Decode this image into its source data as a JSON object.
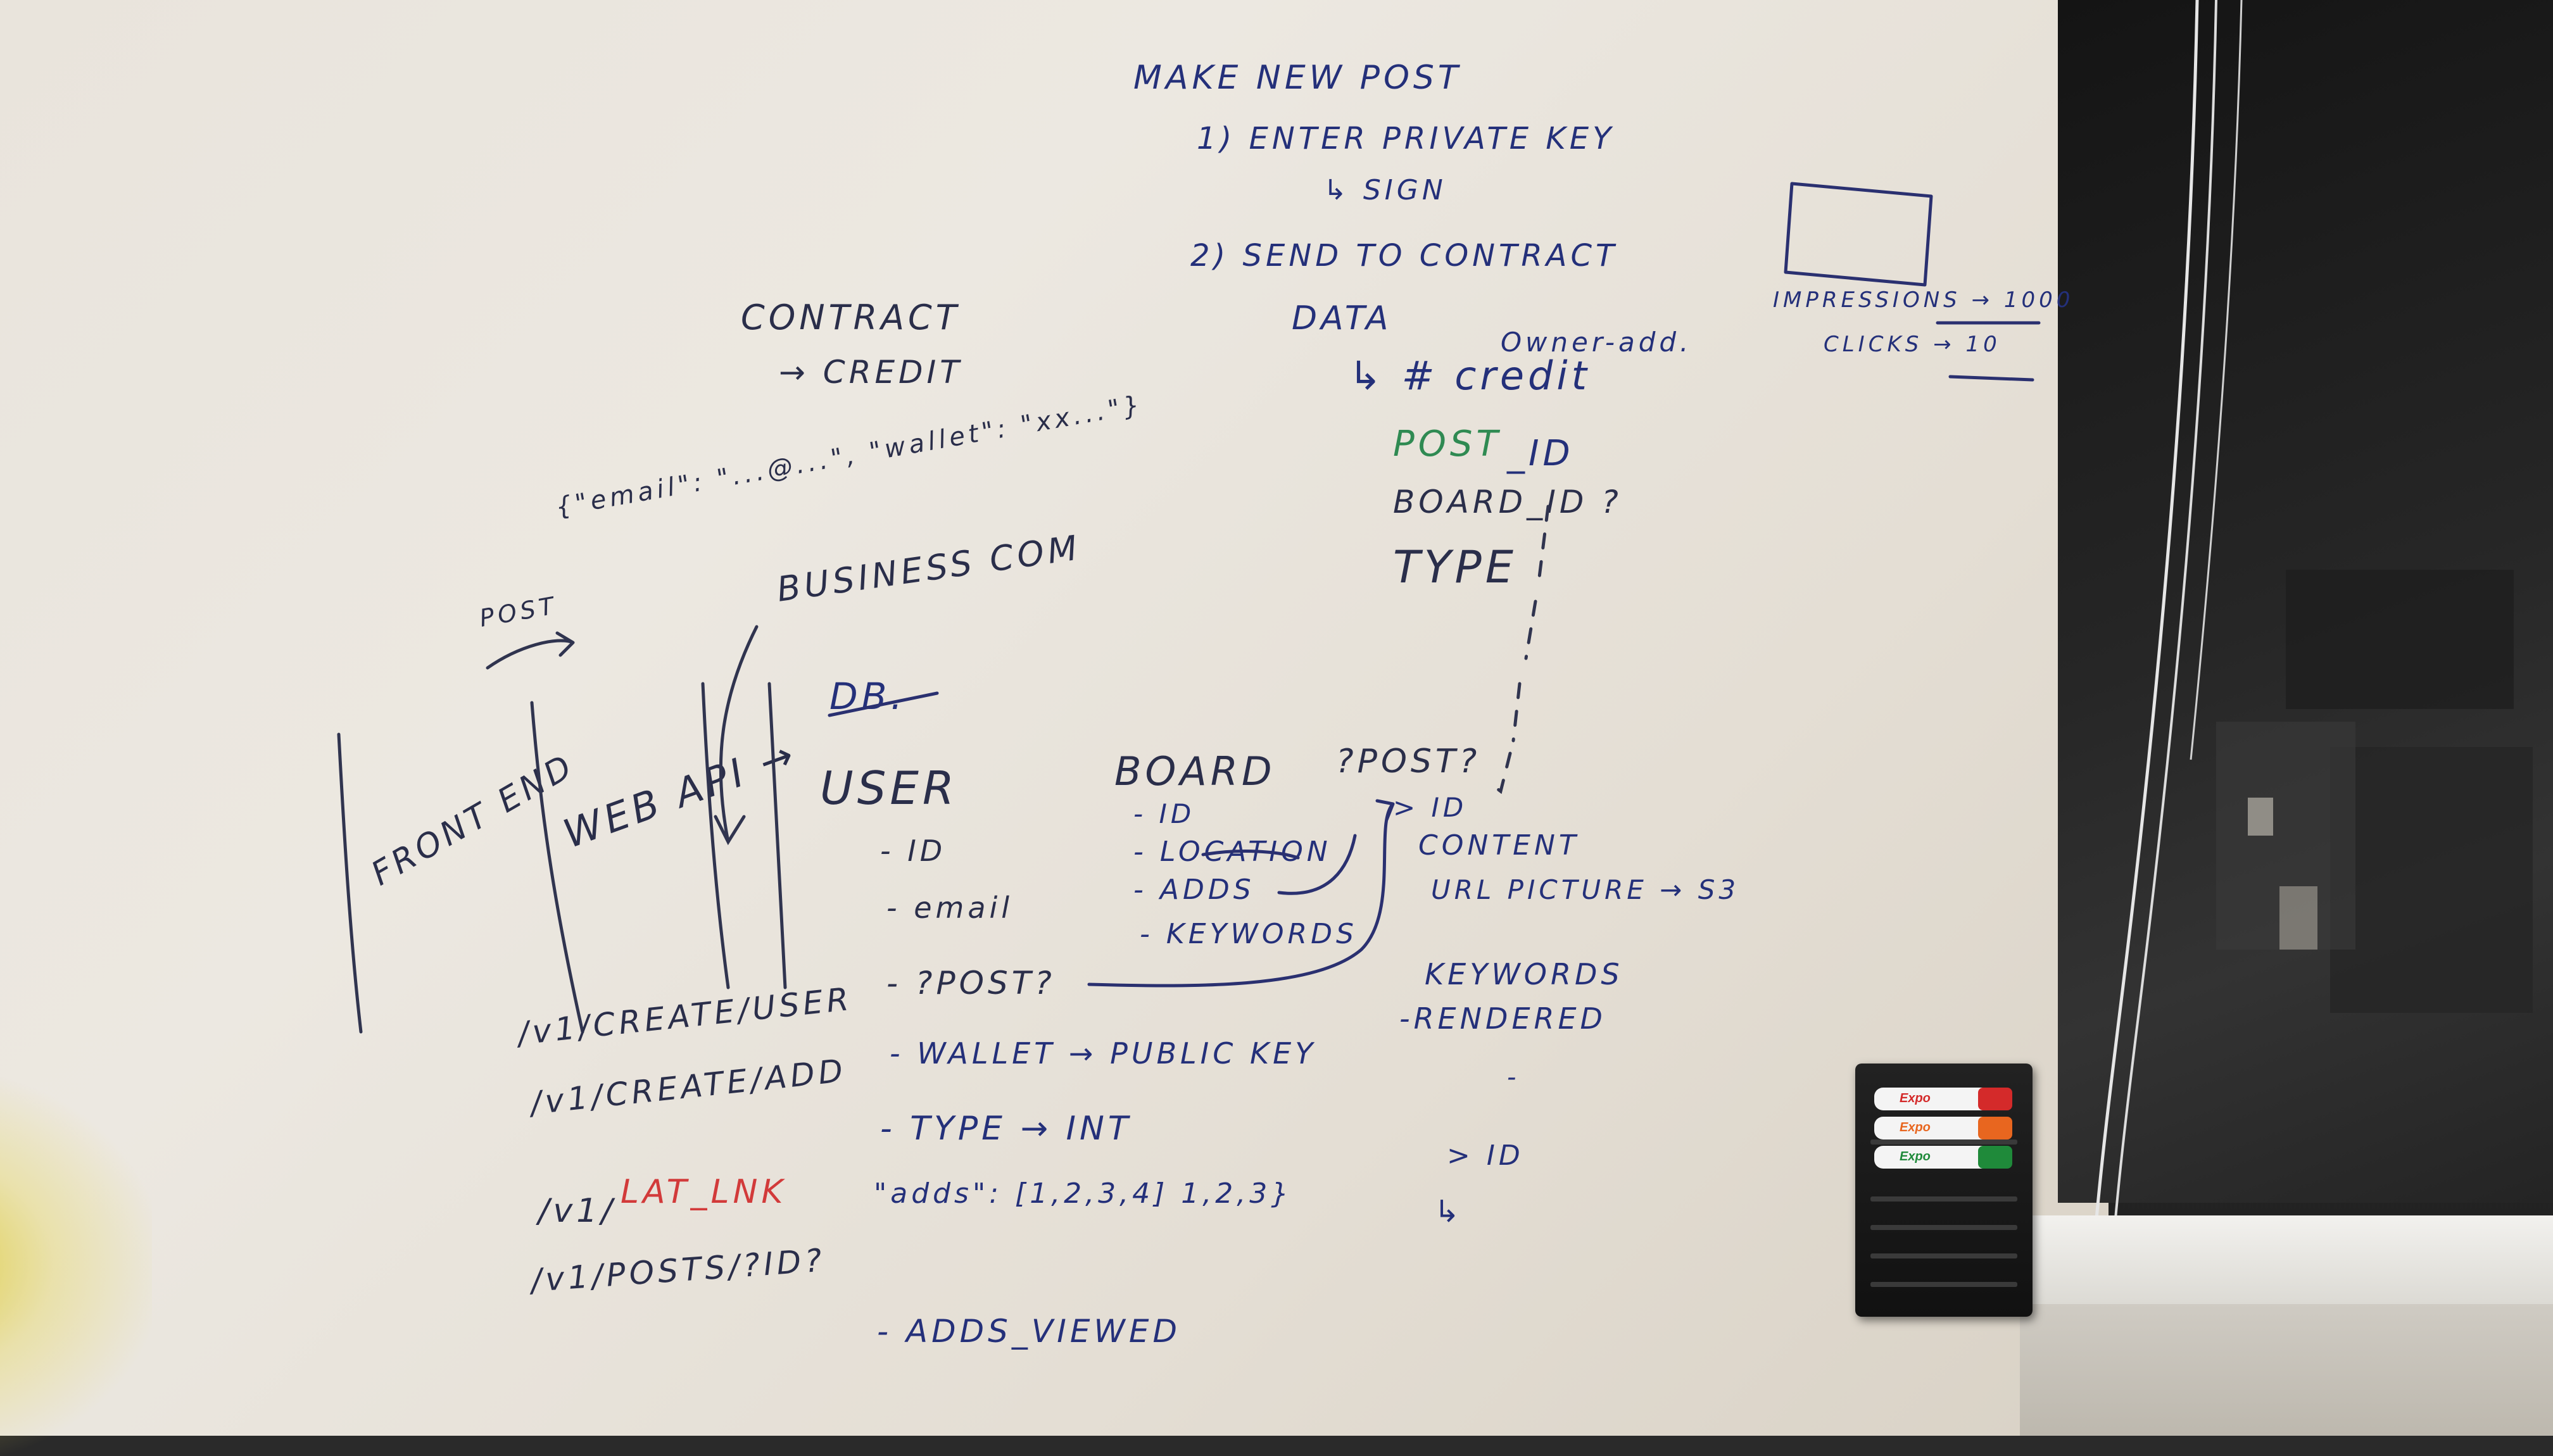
{
  "colors": {
    "ink_blue": "#24307a",
    "ink_black": "#2a2e4a",
    "ink_green": "#2f8a52",
    "ink_red": "#d23a3a",
    "whiteboard": "#e9e4dc",
    "marker_red": "#d42a2a",
    "marker_orange": "#e8661f",
    "marker_green": "#1f8a3a"
  },
  "whiteboard": {
    "make_new_post": {
      "heading": "MAKE NEW POST",
      "step1": "1) ENTER PRIVATE KEY",
      "step1_sub": "↳ SIGN",
      "step2": "2) SEND TO CONTRACT",
      "data_label": "DATA",
      "data_item": "↳ # credit",
      "owner_addr": "Owner-add."
    },
    "post_fields": {
      "post_id_prefix": "POST",
      "post_id_suffix": "_ID",
      "board_id": "BOARD_ID ?",
      "type": "TYPE"
    },
    "contract": {
      "title": "CONTRACT",
      "credit": "→ CREDIT",
      "json": "{\"email\": \"...@...\", \"wallet\": \"xx...\"}"
    },
    "business_com": "BUSINESS COM",
    "post_arrow": "POST",
    "front_end": "FRONT END",
    "web_api": "WEB API →",
    "db": "DB.",
    "user": {
      "title": "USER",
      "fields": [
        "- ID",
        "- email",
        "- ?POST?",
        "- WALLET → PUBLIC KEY",
        "- TYPE → INT",
        "- ADDS_VIEWED"
      ],
      "type_values": "\"adds\": [1,2,3,4]   1,2,3}"
    },
    "board": {
      "title": "BOARD",
      "fields": [
        "- ID",
        "- LOCATION",
        "- ADDS",
        "- KEYWORDS"
      ]
    },
    "post_entity": {
      "title": "?POST?",
      "fields": [
        "> ID",
        "CONTENT",
        "URL PICTURE → S3",
        "KEYWORDS",
        "-RENDERED",
        "-",
        "> ID",
        "↳"
      ]
    },
    "endpoints": {
      "create_user": "/v1/CREATE/USER",
      "create_add": "/v1/CREATE/ADD",
      "lat_lnk_prefix": "/v1/",
      "lat_lnk": "LAT_LNK",
      "posts_id": "/v1/POSTS/?ID?"
    },
    "impressions_box": {
      "impressions": "IMPRESSIONS → 1000",
      "clicks": "CLICKS → 10"
    }
  },
  "marker_tray": {
    "markers": [
      {
        "brand": "Expo",
        "color_name": "red"
      },
      {
        "brand": "Expo",
        "color_name": "orange"
      },
      {
        "brand": "Expo",
        "color_name": "green"
      }
    ]
  }
}
